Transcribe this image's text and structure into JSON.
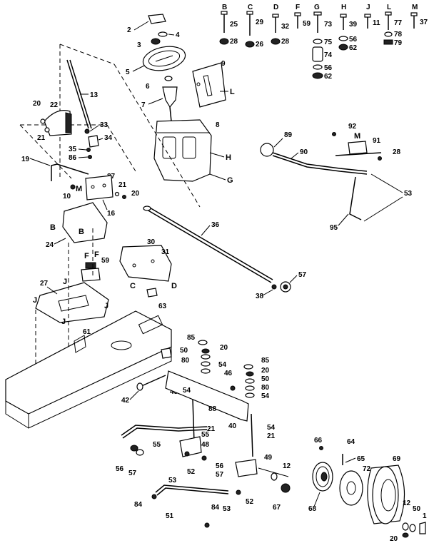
{
  "hardware_header": [
    {
      "letter": "B",
      "num": "25",
      "num2": "28"
    },
    {
      "letter": "C",
      "num": "29",
      "num2": "26"
    },
    {
      "letter": "D",
      "num": "32",
      "num2": "28"
    },
    {
      "letter": "F",
      "num": "59"
    },
    {
      "letter": "G",
      "num": "73",
      "num2": "75",
      "num3": "74",
      "num4": "56",
      "num5": "62"
    },
    {
      "letter": "H",
      "num": "39",
      "num2": "56",
      "num3": "62"
    },
    {
      "letter": "J",
      "num": "11"
    },
    {
      "letter": "L",
      "num": "77",
      "num2": "78",
      "num3": "79"
    },
    {
      "letter": "M",
      "num": "37"
    }
  ],
  "labels": {
    "l2": "2",
    "l3": "3",
    "l4": "4",
    "l5": "5",
    "l6": "6",
    "l7": "7",
    "l8": "8",
    "l9": "9",
    "lL": "L",
    "l13": "13",
    "l20a": "20",
    "l22": "22",
    "l21a": "21",
    "l33": "33",
    "l34": "34",
    "l35": "35",
    "l86": "86",
    "l19": "19",
    "l87": "87",
    "l10": "10",
    "lM1": "M",
    "l21b": "21",
    "l20b": "20",
    "l16": "16",
    "lH": "H",
    "lG": "G",
    "l89": "89",
    "l90": "90",
    "l92": "92",
    "lM2": "M",
    "l91": "91",
    "l28": "28",
    "l53a": "53",
    "l95": "95",
    "l36": "36",
    "lB1": "B",
    "lB2": "B",
    "l24": "24",
    "l30": "30",
    "l31": "31",
    "lF1": "F",
    "lF2": "F",
    "l59": "59",
    "lC": "C",
    "lD": "D",
    "l27": "27",
    "lJ1": "J",
    "lJ2": "J",
    "lJ3": "J",
    "lJ4": "J",
    "l63": "63",
    "l57a": "57",
    "l38": "38",
    "l61": "61",
    "l85a": "85",
    "l20c": "20",
    "l50a": "50",
    "l80a": "80",
    "l54a": "54",
    "l46": "46",
    "l85b": "85",
    "l20d": "20",
    "l50b": "50",
    "l80b": "80",
    "l54b": "54",
    "l42": "42",
    "l45": "45",
    "l54c": "54",
    "l88": "88",
    "l40": "40",
    "l54d": "54",
    "l21c": "21",
    "l21d": "21",
    "l55a": "55",
    "l55b": "55",
    "l48": "48",
    "l56a": "56",
    "l57b": "57",
    "l56b": "56",
    "l57c": "57",
    "l53b": "53",
    "l52a": "52",
    "l49": "49",
    "l12a": "12",
    "l66": "66",
    "l64": "64",
    "l65": "65",
    "l72": "72",
    "l69": "69",
    "l84a": "84",
    "l51": "51",
    "l84b": "84",
    "l53c": "53",
    "l52b": "52",
    "l67": "67",
    "l68": "68",
    "l12b": "12",
    "l50c": "50",
    "l1": "1",
    "l20e": "20"
  }
}
